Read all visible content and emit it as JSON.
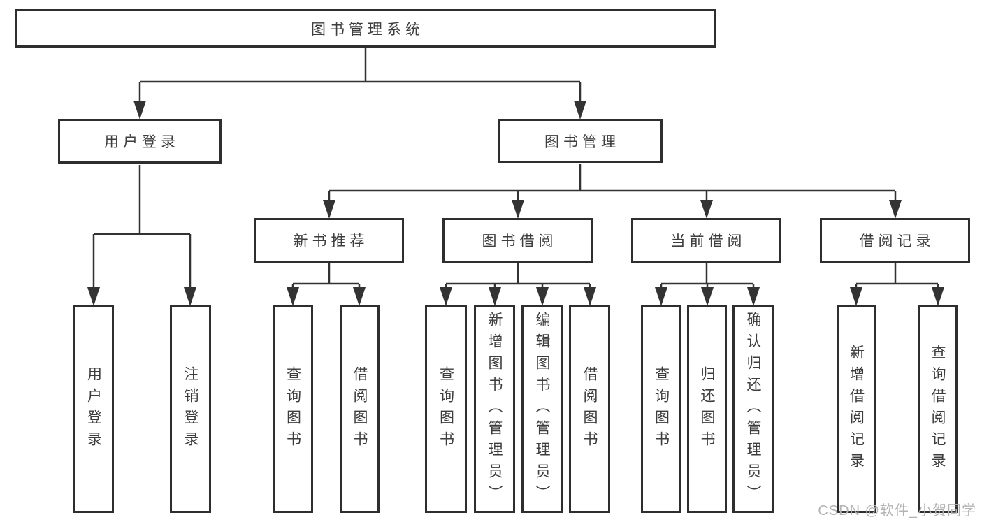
{
  "diagram": {
    "root": "图书管理系统",
    "user": {
      "label": "用户登录",
      "children": [
        "用户登录",
        "注销登录"
      ]
    },
    "mgmt": {
      "label": "图书管理",
      "groups": [
        {
          "label": "新书推荐",
          "children": [
            "查询图书",
            "借阅图书"
          ]
        },
        {
          "label": "图书借阅",
          "children": [
            "查询图书",
            "新增图书（管理员）",
            "编辑图书（管理员）",
            "借阅图书"
          ]
        },
        {
          "label": "当前借阅",
          "children": [
            "查询图书",
            "归还图书",
            "确认归还（管理员）"
          ]
        },
        {
          "label": "借阅记录",
          "children": [
            "新增借阅记录",
            "查询借阅记录"
          ]
        }
      ]
    }
  },
  "watermark": "CSDN @软件_小贺同学",
  "colors": {
    "line": "#333333",
    "border": "#2e2e2e",
    "text": "#3d3d3d",
    "box_background": "#ffffff",
    "watermark": "#b3b3b3"
  }
}
